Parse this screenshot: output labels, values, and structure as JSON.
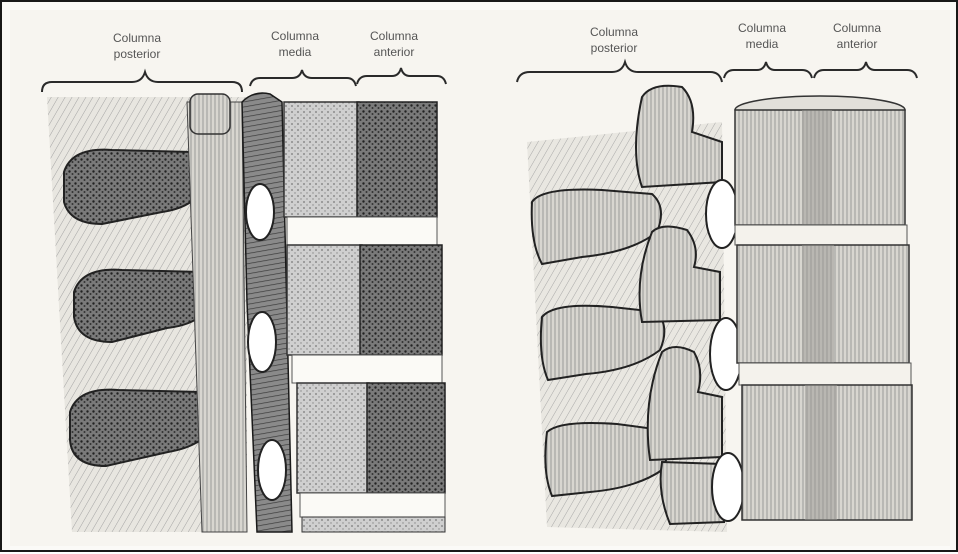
{
  "figure": {
    "left_panel": {
      "view": "sagittal-section",
      "labels": {
        "posterior": "Columna\nposterior",
        "media": "Columna\nmedia",
        "anterior": "Columna\nanterior"
      }
    },
    "right_panel": {
      "view": "lateral-exterior",
      "labels": {
        "posterior": "Columna\nposterior",
        "media": "Columna\nmedia",
        "anterior": "Columna\nanterior"
      }
    }
  },
  "colors": {
    "ink": "#2a2a2a",
    "paper": "#f7f5f0",
    "stipple_dark": "#3a3a3a",
    "stipple_light": "#9a9a9a"
  }
}
